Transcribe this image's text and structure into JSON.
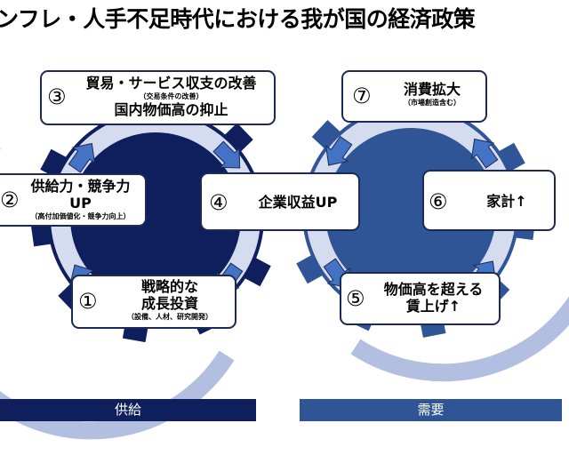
{
  "title": "ンフレ・人手不足時代における我が国の経済政策",
  "supply_gear": {
    "label": "供給",
    "steps": [
      {
        "num": "①",
        "lines": [
          "戦略的な",
          "成長投資"
        ],
        "note": "（設備、人材、研究開発）"
      },
      {
        "num": "②",
        "lines": [
          "供給力・競争力",
          "UP"
        ],
        "note": "（高付加価値化・競争力向上）"
      },
      {
        "num": "③",
        "lines": [
          "貿易・サービス収支の改善"
        ],
        "note": "（交易条件の改善）",
        "lines2": [
          "国内物価高の抑止"
        ]
      },
      {
        "num": "④",
        "lines": [
          "企業収益UP"
        ]
      }
    ]
  },
  "demand_gear": {
    "label": "需要",
    "steps": [
      {
        "num": "⑤",
        "lines": [
          "物価高を超える",
          "賃上げ↑"
        ]
      },
      {
        "num": "⑥",
        "lines": [
          "家計↑"
        ]
      },
      {
        "num": "⑦",
        "lines": [
          "消費拡大"
        ],
        "note": "（市場創造含む）"
      }
    ]
  },
  "colors": {
    "supply": "#0f1f5e",
    "demand": "#2f5597",
    "ring": "#d5dcef",
    "arc": "#b3bfe0",
    "arrow": "#4472c4"
  }
}
